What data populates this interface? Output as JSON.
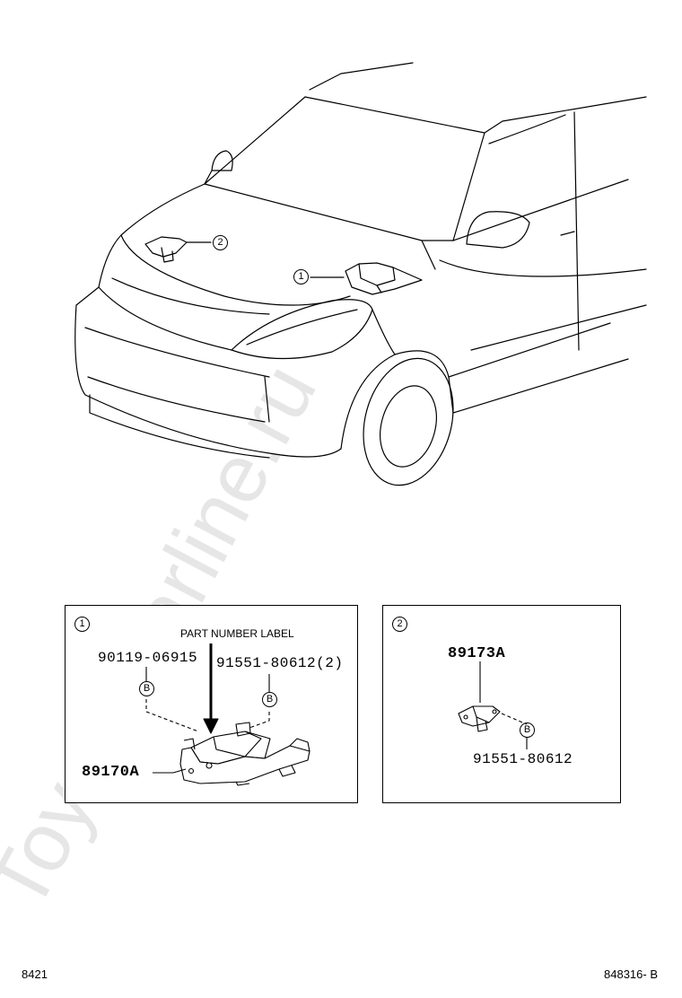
{
  "callouts": {
    "one": "1",
    "two": "2",
    "b": "B"
  },
  "panel_1": {
    "index": "1",
    "label": "PART NUMBER LABEL",
    "part_bolt": "90119-06915",
    "part_nut": "91551-80612(2)",
    "part_main": "89170A"
  },
  "panel_2": {
    "index": "2",
    "part_main": "89173A",
    "part_nut": "91551-80612"
  },
  "footer": {
    "left": "8421",
    "right": "848316- B"
  },
  "watermark": "ToyotaCarline.ru",
  "colors": {
    "line": "#000000",
    "watermark": "#e6e6e6"
  }
}
